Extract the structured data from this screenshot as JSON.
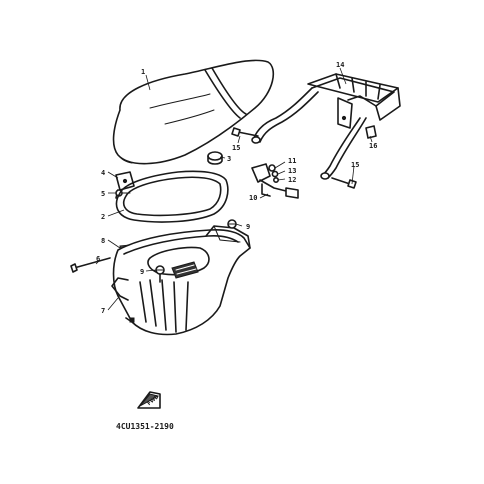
{
  "diagram": {
    "drawing_code": "4CU1351-2190",
    "fwd_label": "FWD",
    "callouts": {
      "c1": "1",
      "c2": "2",
      "c3": "3",
      "c4": "4",
      "c5": "5",
      "c6": "6",
      "c7": "7",
      "c8": "8",
      "c9a": "9",
      "c9b": "9",
      "c10": "10",
      "c11": "11",
      "c12": "12",
      "c13": "13",
      "c14": "14",
      "c15a": "15",
      "c15b": "15",
      "c16": "16"
    }
  }
}
